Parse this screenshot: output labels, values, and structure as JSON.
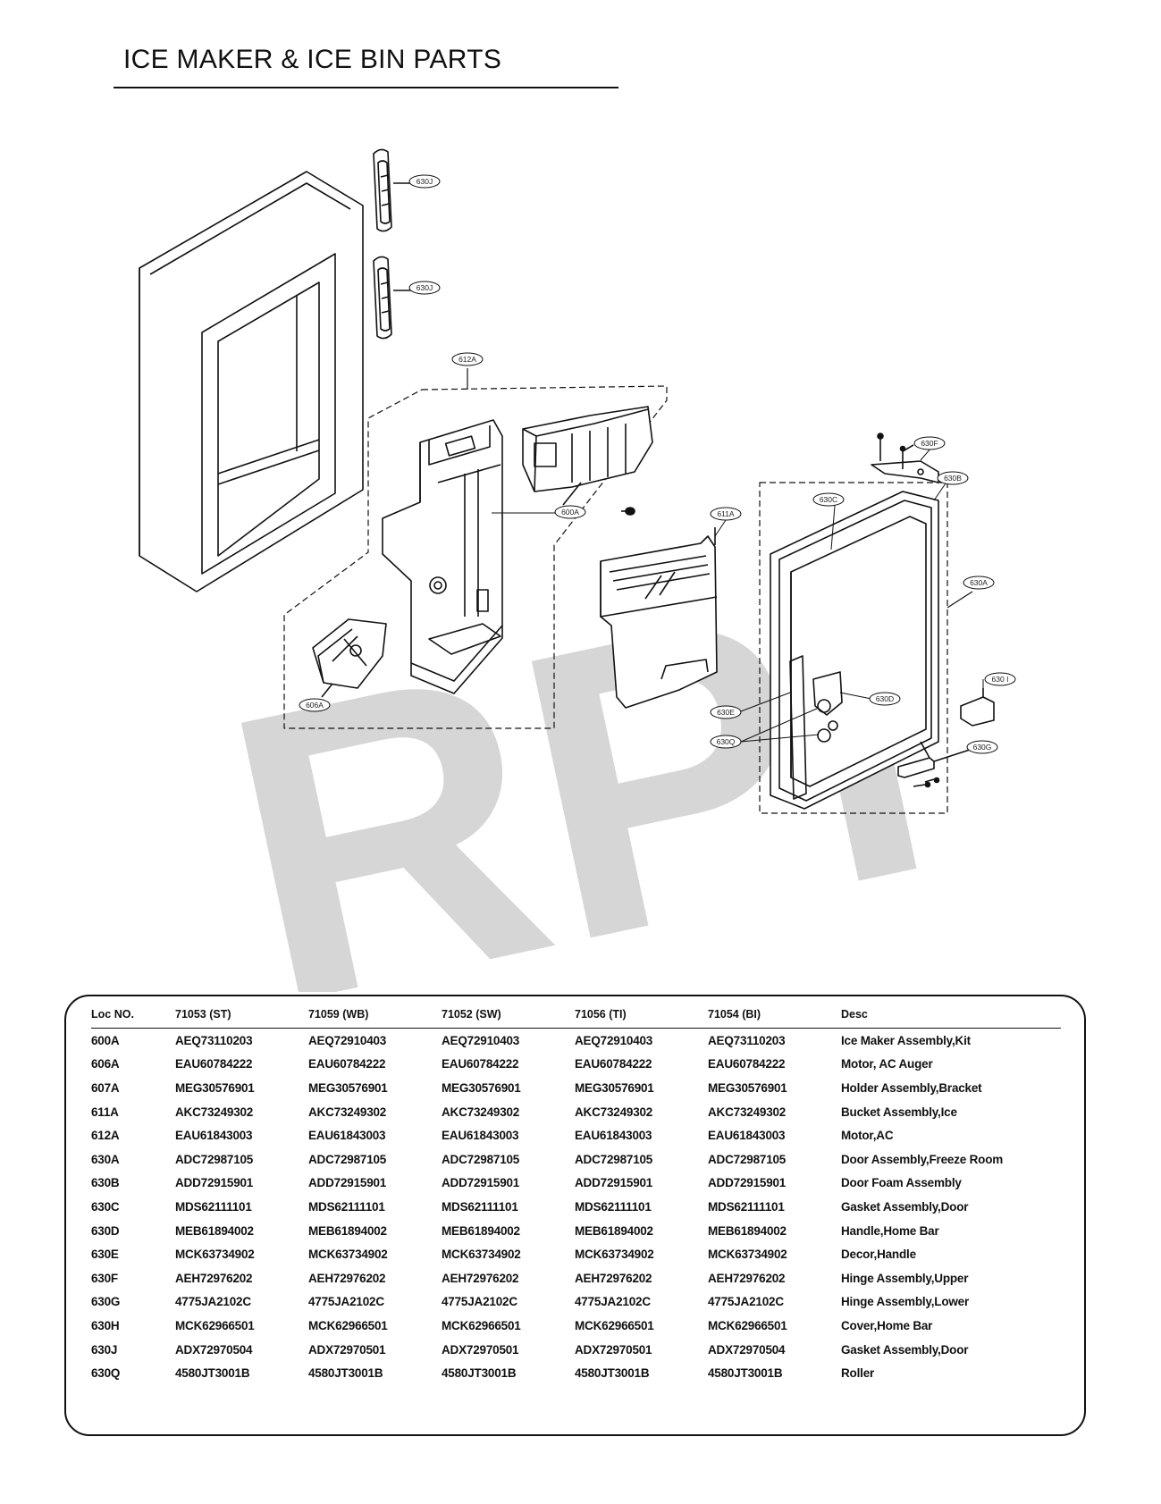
{
  "title": "ICE MAKER & ICE BIN PARTS",
  "watermark": "RPI",
  "colors": {
    "line": "#111111",
    "watermark": "#d6d6d6"
  },
  "callouts": {
    "c630J_upper": "630J",
    "c630J_lower": "630J",
    "c612A": "612A",
    "c600A": "600A",
    "c606A": "606A",
    "c611A": "611A",
    "c630F": "630F",
    "c630B": "630B",
    "c630C": "630C",
    "c630A": "630A",
    "c630H": "630 I",
    "c630D": "630D",
    "c630E": "630E",
    "c630Q": "630Q",
    "c630G": "630G"
  },
  "table": {
    "headers": [
      "Loc NO.",
      "71053 (ST)",
      "71059 (WB)",
      "71052 (SW)",
      "71056 (TI)",
      "71054 (BI)",
      "Desc"
    ],
    "rows": [
      [
        "600A",
        "AEQ73110203",
        "AEQ72910403",
        "AEQ72910403",
        "AEQ72910403",
        "AEQ73110203",
        "Ice Maker Assembly,Kit"
      ],
      [
        "606A",
        "EAU60784222",
        "EAU60784222",
        "EAU60784222",
        "EAU60784222",
        "EAU60784222",
        "Motor, AC Auger"
      ],
      [
        "607A",
        "MEG30576901",
        "MEG30576901",
        "MEG30576901",
        "MEG30576901",
        "MEG30576901",
        "Holder Assembly,Bracket"
      ],
      [
        "611A",
        "AKC73249302",
        "AKC73249302",
        "AKC73249302",
        "AKC73249302",
        "AKC73249302",
        "Bucket Assembly,Ice"
      ],
      [
        "612A",
        "EAU61843003",
        "EAU61843003",
        "EAU61843003",
        "EAU61843003",
        "EAU61843003",
        "Motor,AC"
      ],
      [
        "630A",
        "ADC72987105",
        "ADC72987105",
        "ADC72987105",
        "ADC72987105",
        "ADC72987105",
        "Door Assembly,Freeze Room"
      ],
      [
        "630B",
        "ADD72915901",
        "ADD72915901",
        "ADD72915901",
        "ADD72915901",
        "ADD72915901",
        "Door Foam Assembly"
      ],
      [
        "630C",
        "MDS62111101",
        "MDS62111101",
        "MDS62111101",
        "MDS62111101",
        "MDS62111101",
        "Gasket Assembly,Door"
      ],
      [
        "630D",
        "MEB61894002",
        "MEB61894002",
        "MEB61894002",
        "MEB61894002",
        "MEB61894002",
        "Handle,Home Bar"
      ],
      [
        "630E",
        "MCK63734902",
        "MCK63734902",
        "MCK63734902",
        "MCK63734902",
        "MCK63734902",
        "Decor,Handle"
      ],
      [
        "630F",
        "AEH72976202",
        "AEH72976202",
        "AEH72976202",
        "AEH72976202",
        "AEH72976202",
        "Hinge Assembly,Upper"
      ],
      [
        "630G",
        "4775JA2102C",
        "4775JA2102C",
        "4775JA2102C",
        "4775JA2102C",
        "4775JA2102C",
        "Hinge Assembly,Lower"
      ],
      [
        "630H",
        "MCK62966501",
        "MCK62966501",
        "MCK62966501",
        "MCK62966501",
        "MCK62966501",
        "Cover,Home Bar"
      ],
      [
        "630J",
        "ADX72970504",
        "ADX72970501",
        "ADX72970501",
        "ADX72970501",
        "ADX72970504",
        "Gasket Assembly,Door"
      ],
      [
        "630Q",
        "4580JT3001B",
        "4580JT3001B",
        "4580JT3001B",
        "4580JT3001B",
        "4580JT3001B",
        "Roller"
      ]
    ]
  }
}
